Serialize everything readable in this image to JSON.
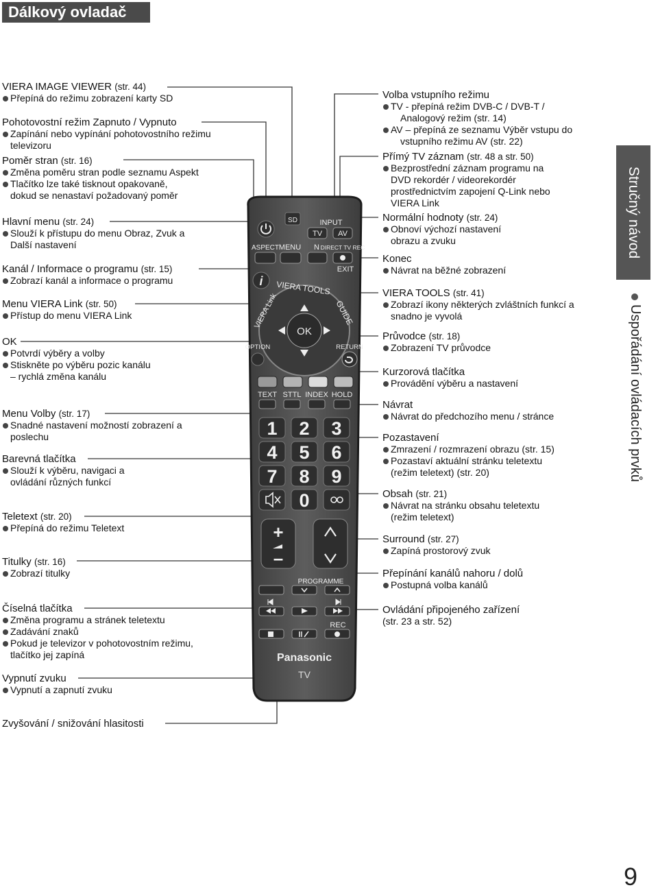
{
  "header": {
    "title": "Dálkový ovladač"
  },
  "sidebar": {
    "tab": "Stručný návod",
    "subtitle": "Uspořádání ovládacích prvků"
  },
  "page_number": "9",
  "left_annotations": [
    {
      "title": "VIERA IMAGE VIEWER",
      "ref": "(str. 44)",
      "items": [
        {
          "text": "Přepíná do režimu zobrazení karty SD",
          "bullet": true
        }
      ]
    },
    {
      "title": "Pohotovostní režim Zapnuto / Vypnuto",
      "ref": "",
      "items": [
        {
          "text": "Zapínání nebo vypínání pohotovostního režimu",
          "bullet": true
        },
        {
          "text": "televizoru",
          "bullet": false
        }
      ]
    },
    {
      "title": "Poměr stran",
      "ref": "(str. 16)",
      "items": [
        {
          "text": "Změna poměru stran podle seznamu Aspekt",
          "bullet": true
        },
        {
          "text": "Tlačítko lze také tisknout opakovaně,",
          "bullet": true
        },
        {
          "text": "dokud se nenastaví požadovaný poměr",
          "bullet": false
        }
      ]
    },
    {
      "title": "Hlavní menu",
      "ref": "(str. 24)",
      "items": [
        {
          "text": "Slouží k přístupu do menu Obraz, Zvuk a",
          "bullet": true
        },
        {
          "text": "Další nastavení",
          "bullet": false
        }
      ]
    },
    {
      "title": "Kanál / Informace o programu",
      "ref": "(str. 15)",
      "items": [
        {
          "text": "Zobrazí kanál a informace o programu",
          "bullet": true
        }
      ]
    },
    {
      "title": "Menu VIERA Link",
      "ref": "(str. 50)",
      "items": [
        {
          "text": "Přístup do menu VIERA Link",
          "bullet": true
        }
      ]
    },
    {
      "title": "OK",
      "ref": "",
      "items": [
        {
          "text": "Potvrdí výběry a volby",
          "bullet": true
        },
        {
          "text": "Stiskněte po výběru pozic kanálu",
          "bullet": true
        },
        {
          "text": "– rychlá změna kanálu",
          "bullet": false
        }
      ]
    },
    {
      "title": "Menu Volby",
      "ref": "(str. 17)",
      "items": [
        {
          "text": "Snadné nastavení možností zobrazení a",
          "bullet": true
        },
        {
          "text": "poslechu",
          "bullet": false
        }
      ]
    },
    {
      "title": "Barevná tlačítka",
      "ref": "",
      "items": [
        {
          "text": "Slouží k výběru, navigaci a",
          "bullet": true
        },
        {
          "text": "ovládání různých funkcí",
          "bullet": false
        }
      ]
    },
    {
      "title": "Teletext",
      "ref": "(str. 20)",
      "items": [
        {
          "text": "Přepíná do režimu Teletext",
          "bullet": true
        }
      ]
    },
    {
      "title": "Titulky",
      "ref": "(str. 16)",
      "items": [
        {
          "text": "Zobrazí titulky",
          "bullet": true
        }
      ]
    },
    {
      "title": "Číselná tlačítka",
      "ref": "",
      "items": [
        {
          "text": "Změna programu a stránek teletextu",
          "bullet": true
        },
        {
          "text": "Zadávání znaků",
          "bullet": true
        },
        {
          "text": "Pokud je televizor v pohotovostním režimu,",
          "bullet": true
        },
        {
          "text": "tlačítko jej zapíná",
          "bullet": false
        }
      ]
    },
    {
      "title": "Vypnutí zvuku",
      "ref": "",
      "items": [
        {
          "text": "Vypnutí a zapnutí zvuku",
          "bullet": true
        }
      ]
    },
    {
      "title": "Zvyšování / snižování hlasitosti",
      "ref": "",
      "items": []
    }
  ],
  "right_annotations": [
    {
      "title": "Volba vstupního režimu",
      "ref": "",
      "items": [
        {
          "text": "TV - přepíná režim DVB-C / DVB-T /",
          "bullet": true
        },
        {
          "text": "Analogový režim (str. 14)",
          "bullet": false,
          "cont": true
        },
        {
          "text": "AV – přepíná ze seznamu Výběr vstupu do",
          "bullet": true
        },
        {
          "text": "vstupního režimu AV (str. 22)",
          "bullet": false,
          "cont": true
        }
      ]
    },
    {
      "title": "Přímý TV záznam",
      "ref": "(str. 48 a str. 50)",
      "items": [
        {
          "text": "Bezprostřední záznam programu na",
          "bullet": true
        },
        {
          "text": "DVD rekordér / videorekordér",
          "bullet": false
        },
        {
          "text": "prostřednictvím zapojení Q-Link nebo",
          "bullet": false
        },
        {
          "text": "VIERA Link",
          "bullet": false
        }
      ]
    },
    {
      "title": "Normální hodnoty",
      "ref": "(str. 24)",
      "items": [
        {
          "text": "Obnoví výchozí nastavení",
          "bullet": true
        },
        {
          "text": "obrazu a zvuku",
          "bullet": false
        }
      ]
    },
    {
      "title": "Konec",
      "ref": "",
      "items": [
        {
          "text": "Návrat na běžné zobrazení",
          "bullet": true
        }
      ]
    },
    {
      "title": "VIERA TOOLS",
      "ref": "(str. 41)",
      "items": [
        {
          "text": "Zobrazí ikony některých zvláštních funkcí a",
          "bullet": true
        },
        {
          "text": "snadno je vyvolá",
          "bullet": false
        }
      ]
    },
    {
      "title": "Průvodce",
      "ref": "(str. 18)",
      "items": [
        {
          "text": "Zobrazení TV průvodce",
          "bullet": true
        }
      ]
    },
    {
      "title": "Kurzorová tlačítka",
      "ref": "",
      "items": [
        {
          "text": "Provádění výběru a nastavení",
          "bullet": true
        }
      ]
    },
    {
      "title": "Návrat",
      "ref": "",
      "items": [
        {
          "text": "Návrat do předchozího menu / stránce",
          "bullet": true
        }
      ]
    },
    {
      "title": "Pozastavení",
      "ref": "",
      "items": [
        {
          "text": "Zmrazení / rozmrazení obrazu (str. 15)",
          "bullet": true
        },
        {
          "text": "Pozastaví aktuální stránku teletextu",
          "bullet": true
        },
        {
          "text": "(režim teletext) (str. 20)",
          "bullet": false
        }
      ]
    },
    {
      "title": "Obsah",
      "ref": "(str. 21)",
      "items": [
        {
          "text": "Návrat na stránku obsahu teletextu",
          "bullet": true
        },
        {
          "text": "(režim teletext)",
          "bullet": false
        }
      ]
    },
    {
      "title": "Surround",
      "ref": "(str. 27)",
      "items": [
        {
          "text": "Zapíná prostorový zvuk",
          "bullet": true
        }
      ]
    },
    {
      "title": "Přepínání kanálů nahoru / dolů",
      "ref": "",
      "items": [
        {
          "text": "Postupná volba kanálů",
          "bullet": true
        }
      ]
    },
    {
      "title": "Ovládání připojeného zařízení",
      "ref": "",
      "items": [
        {
          "text": "(str. 23 a str. 52)",
          "bullet": false,
          "plain": true
        }
      ]
    }
  ],
  "remote": {
    "labels": {
      "input": "INPUT",
      "tv": "TV",
      "av": "AV",
      "aspect": "ASPECT",
      "menu": "MENU",
      "n": "N",
      "direct_tv_rec": "DIRECT TV REC",
      "exit": "EXIT",
      "viera_tools": "VIERA TOOLS",
      "viera_link": "VIERA Link",
      "guide": "GUIDE",
      "ok": "OK",
      "option": "OPTION",
      "return": "RETURN",
      "text": "TEXT",
      "sttl": "STTL",
      "index": "INDEX",
      "hold": "HOLD",
      "programme": "PROGRAMME",
      "rec": "REC",
      "brand": "Panasonic",
      "model": "TV"
    },
    "digits": [
      "1",
      "2",
      "3",
      "4",
      "5",
      "6",
      "7",
      "8",
      "9",
      "0"
    ],
    "colors": {
      "body": "#555555",
      "button": "#2e2e2e",
      "red": "#9a9a9a",
      "green": "#b4b4b4",
      "yellow": "#dcdcdc",
      "blue": "#bdbdbd"
    }
  }
}
